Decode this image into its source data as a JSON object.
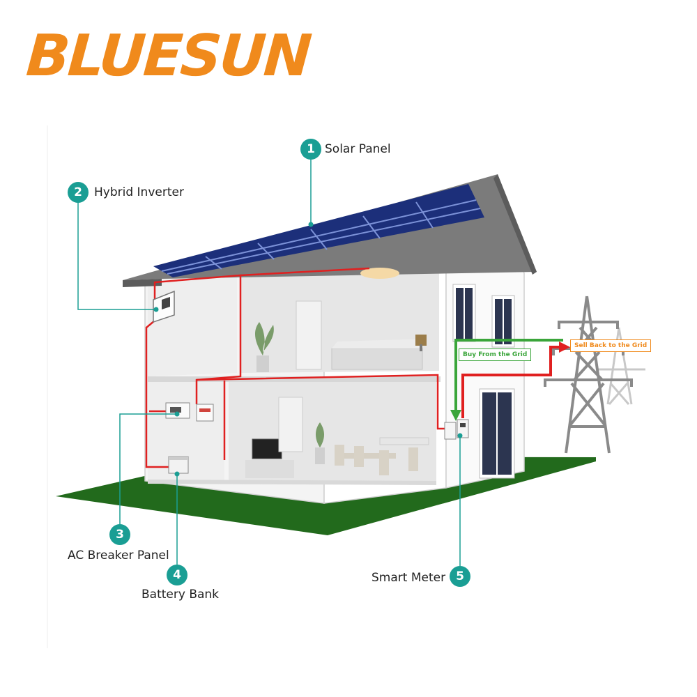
{
  "brand": {
    "logo_text": "BLUESUN",
    "color": "#f08a1c"
  },
  "components": [
    {
      "number": "1",
      "label": "Solar Panel"
    },
    {
      "number": "2",
      "label": "Hybrid Inverter"
    },
    {
      "number": "3",
      "label": "AC Breaker Panel"
    },
    {
      "number": "4",
      "label": "Battery Bank"
    },
    {
      "number": "5",
      "label": "Smart Meter"
    }
  ],
  "grid_flows": {
    "buy": "Buy From the Grid",
    "sell": "Sell Back to the Grid"
  },
  "colors": {
    "badge": "#1a9e94",
    "wire": "#e02020",
    "buy_arrow": "#3aa53a",
    "sell_arrow": "#f08a1c",
    "lawn": "#226a1c",
    "panel": "#1c2f7a"
  }
}
